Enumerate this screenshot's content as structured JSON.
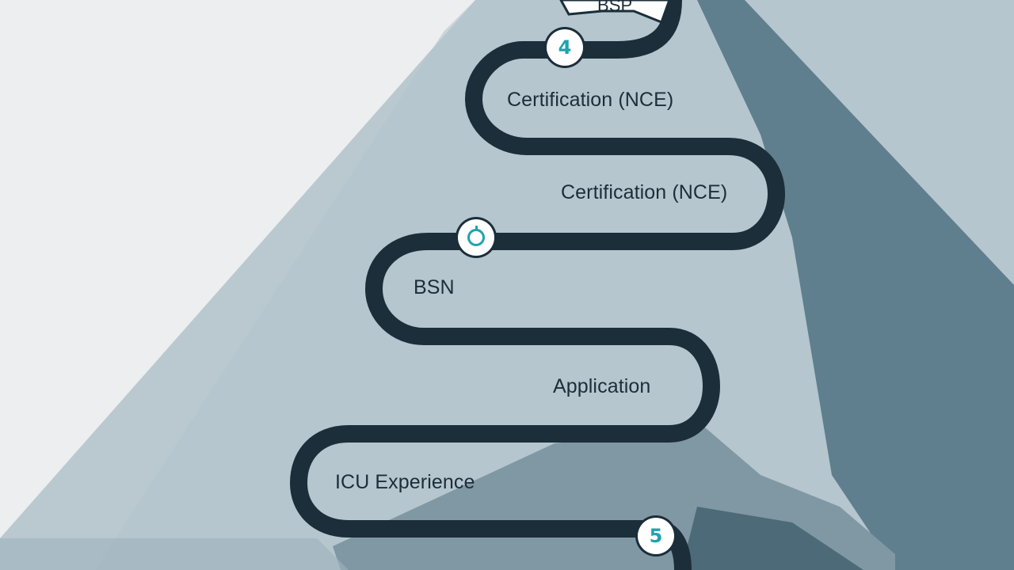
{
  "diagram": {
    "steps": [
      {
        "id": "top",
        "label": "BSP"
      },
      {
        "id": "cert-upper",
        "label": "Certification (NCE)"
      },
      {
        "id": "cert-lower",
        "label": "Certification (NCE)"
      },
      {
        "id": "bsn",
        "label": "BSN"
      },
      {
        "id": "application",
        "label": "Application"
      },
      {
        "id": "icu",
        "label": "ICU Experience"
      }
    ],
    "markers": [
      {
        "id": "marker-4",
        "glyph": "4"
      },
      {
        "id": "marker-circle",
        "glyph": ""
      },
      {
        "id": "marker-5",
        "glyph": "5"
      }
    ]
  },
  "colors": {
    "background": "#eceeef",
    "mountain_light": "#b7c7cf",
    "mountain_mid": "#8ea5b0",
    "mountain_dark": "#5f7f8e",
    "path": "#1b2e3a",
    "accent": "#1fa3ae"
  }
}
